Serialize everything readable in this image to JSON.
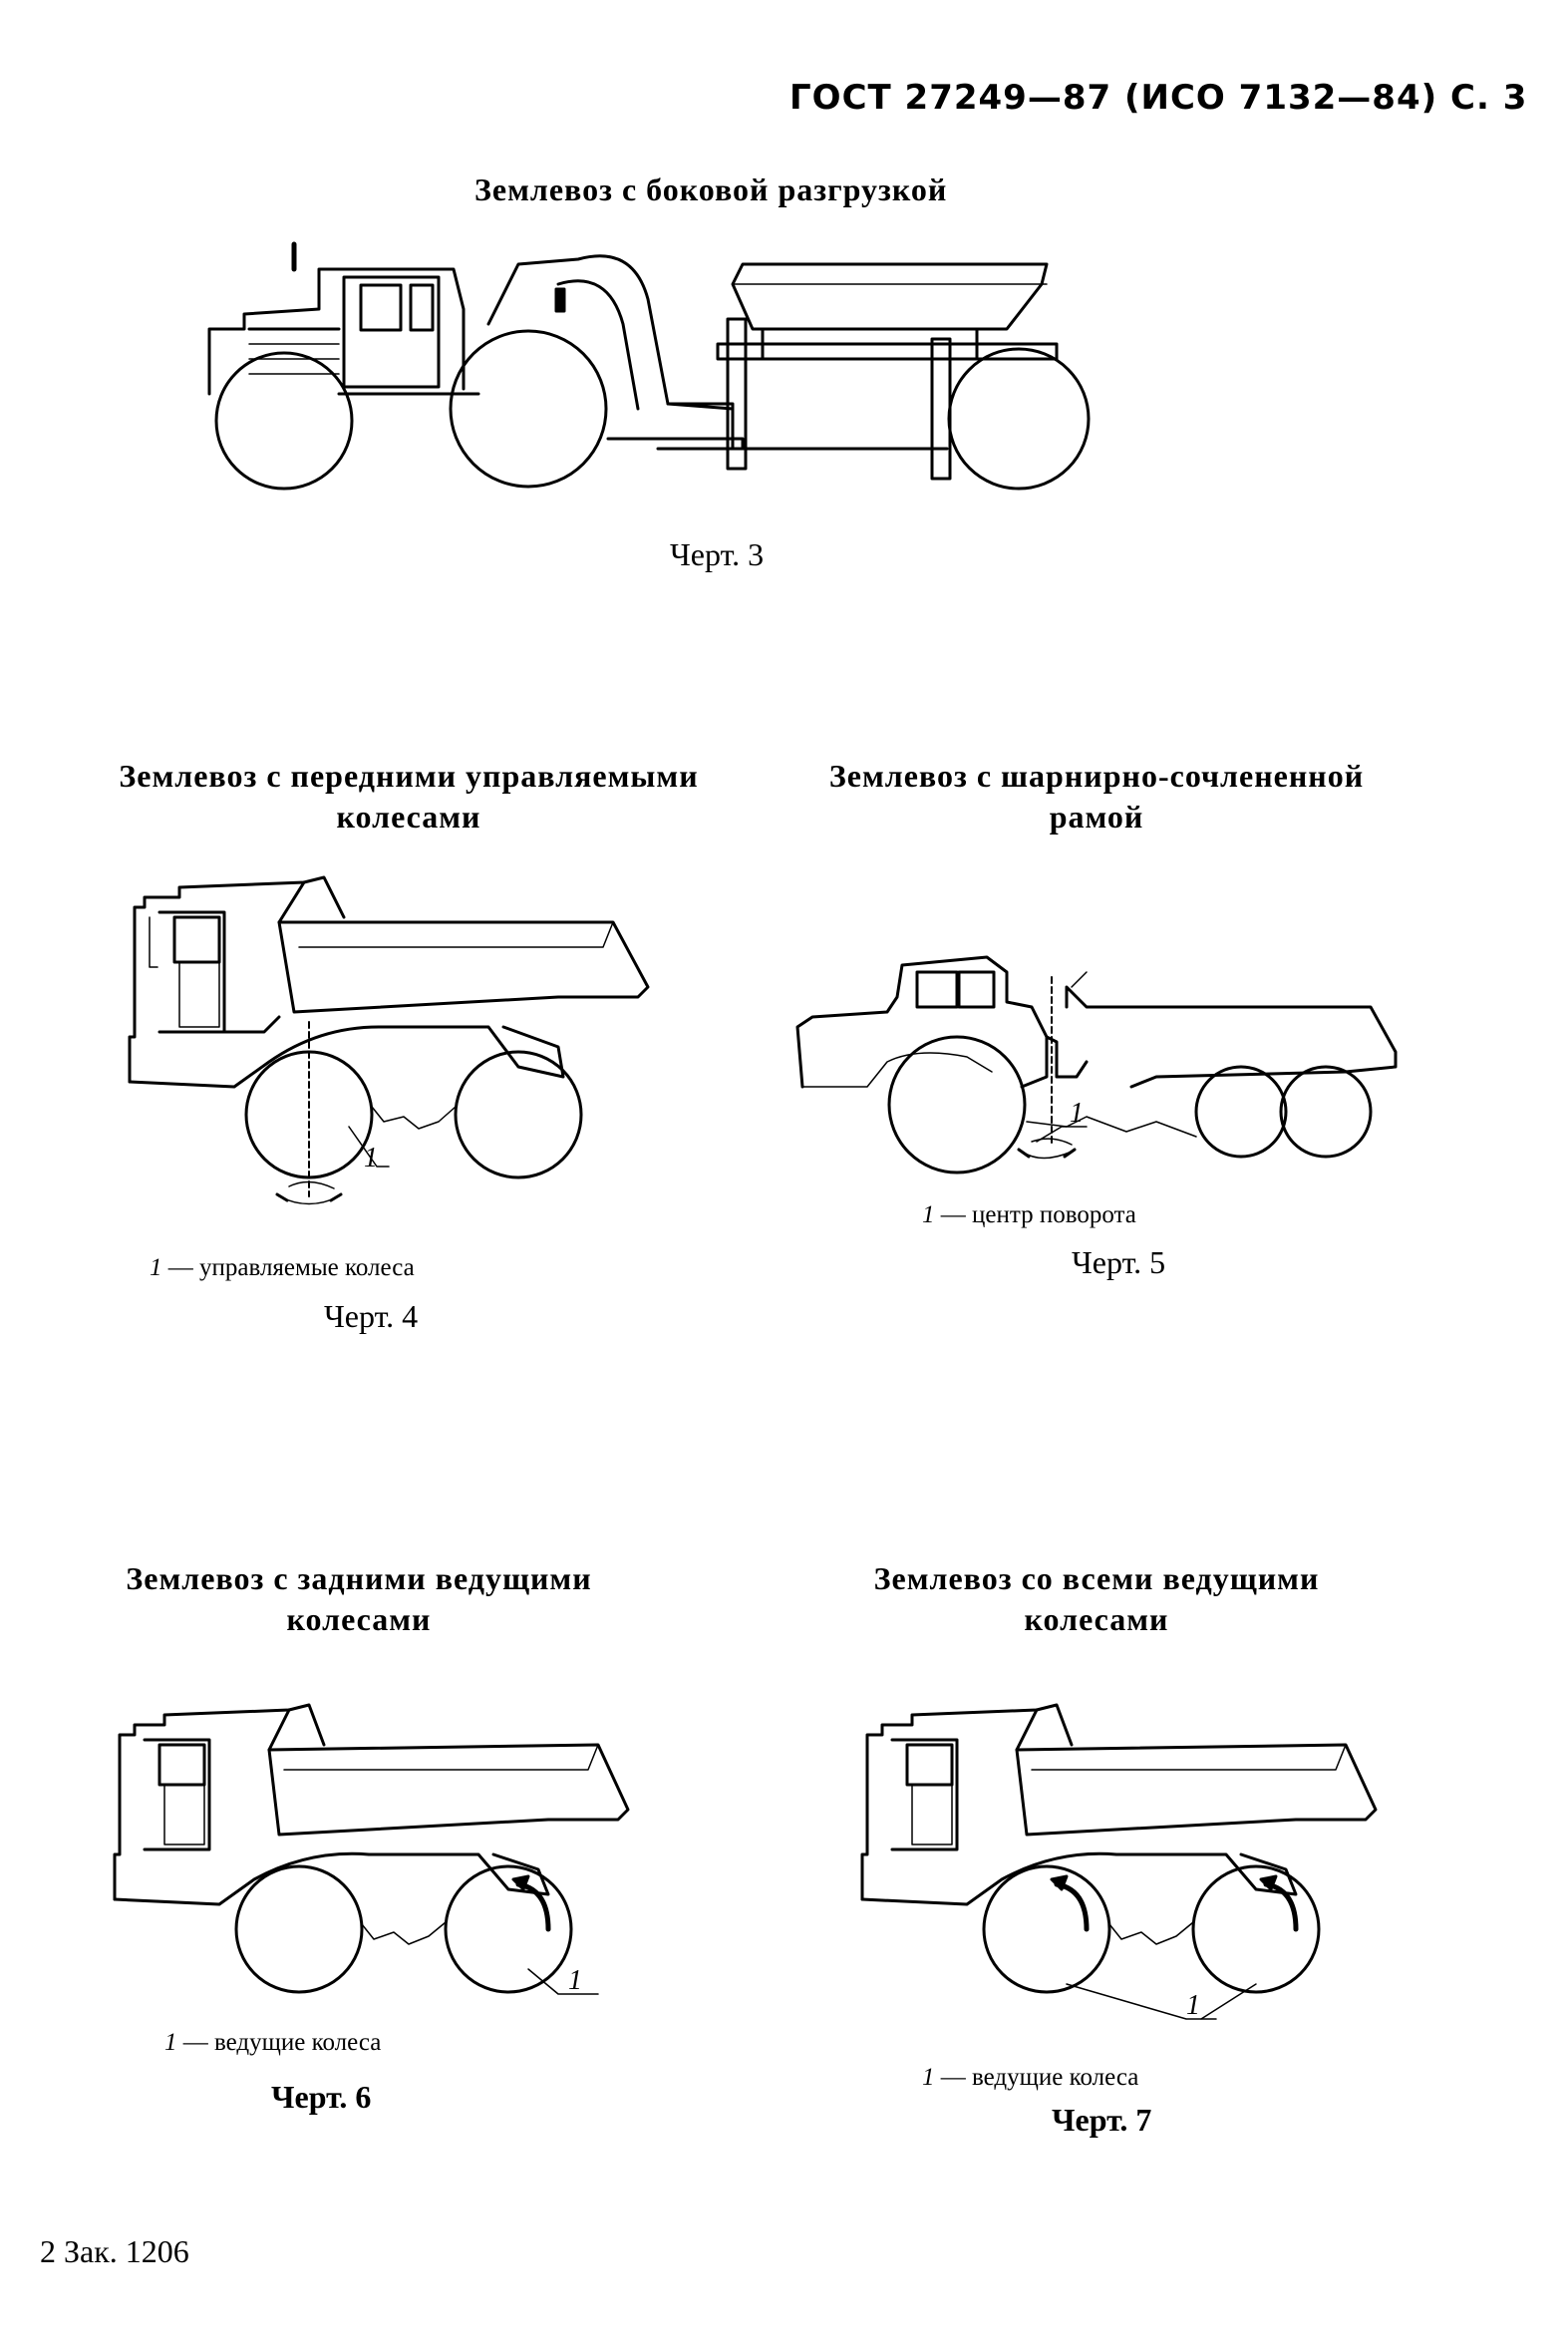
{
  "header": {
    "standard": "ГОСТ 27249—87 (ИСО 7132—84) С. 3"
  },
  "figures": [
    {
      "title": "Землевоз с боковой разгрузкой",
      "caption": "Черт. 3"
    },
    {
      "title_line1": "Землевоз с передними управляемыми",
      "title_line2": "колесами",
      "legend_number": "1",
      "legend_text": "— управляемые колеса",
      "callout": "1",
      "caption": "Черт. 4"
    },
    {
      "title_line1": "Землевоз с шарнирно-сочлененной",
      "title_line2": "рамой",
      "legend_number": "1",
      "legend_text": "— центр поворота",
      "callout": "1",
      "caption": "Черт. 5"
    },
    {
      "title_line1": "Землевоз с задними ведущими",
      "title_line2": "колесами",
      "legend_number": "1",
      "legend_text": "— ведущие колеса",
      "callout": "1",
      "caption": "Черт. 6"
    },
    {
      "title_line1": "Землевоз со всеми ведущими",
      "title_line2": "колесами",
      "legend_number": "1",
      "legend_text": "— ведущие колеса",
      "callout": "1",
      "caption": "Черт. 7"
    }
  ],
  "footer": {
    "order": "2 Зак. 1206"
  }
}
